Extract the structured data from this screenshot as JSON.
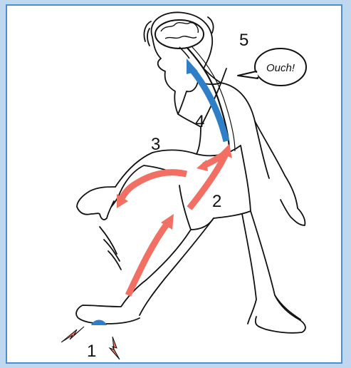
{
  "colors": {
    "frame_bg": "#bfd8f0",
    "frame_border": "#4a8fd0",
    "sensory_arrow": "#2f7fc8",
    "motor_arrow": "#f26f63",
    "pain_bolt": "#f26f63",
    "stimulus_cap": "#2f7fc8"
  },
  "diagram": {
    "steps": [
      {
        "number": "1"
      },
      {
        "number": "2"
      },
      {
        "number": "3"
      },
      {
        "number": "4"
      },
      {
        "number": "5"
      }
    ],
    "speech_bubble": "Ouch!",
    "icons": [
      "brain-icon",
      "lightning-bolt-icon",
      "speech-bubble-icon"
    ]
  }
}
